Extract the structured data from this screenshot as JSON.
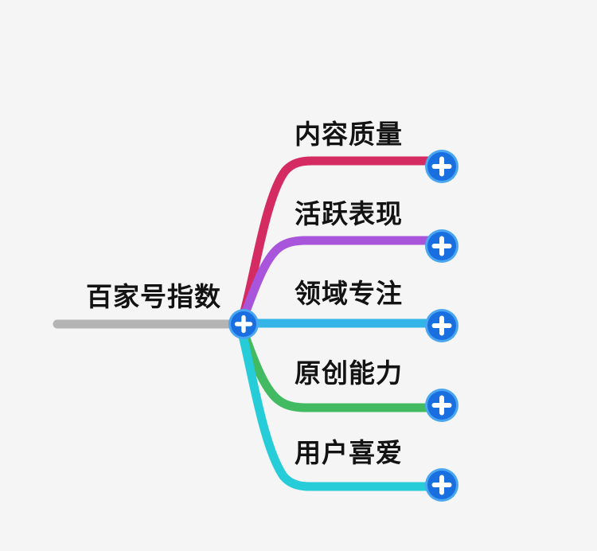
{
  "diagram": {
    "type": "mind-map",
    "background_color": "#f5f5f5",
    "orientation": "left-to-right",
    "root": {
      "label": "百家号指数",
      "trunk_color": "#b4b4b4",
      "node": {
        "icon": "plus-icon",
        "fill": "#1a6fe0",
        "ring": "#4aa6f0",
        "glyph": "+"
      }
    },
    "branches": [
      {
        "id": "content-quality",
        "label": "内容质量",
        "color": "#d42b62",
        "node": {
          "icon": "plus-icon",
          "fill": "#1a6fe0",
          "ring": "#4aa6f0",
          "glyph": "+"
        }
      },
      {
        "id": "active-performance",
        "label": "活跃表现",
        "color": "#a855dc",
        "node": {
          "icon": "plus-icon",
          "fill": "#1a6fe0",
          "ring": "#4aa6f0",
          "glyph": "+"
        }
      },
      {
        "id": "field-focus",
        "label": "领域专注",
        "color": "#33b5e8",
        "node": {
          "icon": "plus-icon",
          "fill": "#1a6fe0",
          "ring": "#4aa6f0",
          "glyph": "+"
        }
      },
      {
        "id": "original-ability",
        "label": "原创能力",
        "color": "#41ba62",
        "node": {
          "icon": "plus-icon",
          "fill": "#1a6fe0",
          "ring": "#4aa6f0",
          "glyph": "+"
        }
      },
      {
        "id": "user-favorite",
        "label": "用户喜爱",
        "color": "#26ccd8",
        "node": {
          "icon": "plus-icon",
          "fill": "#1a6fe0",
          "ring": "#4aa6f0",
          "glyph": "+"
        }
      }
    ]
  }
}
